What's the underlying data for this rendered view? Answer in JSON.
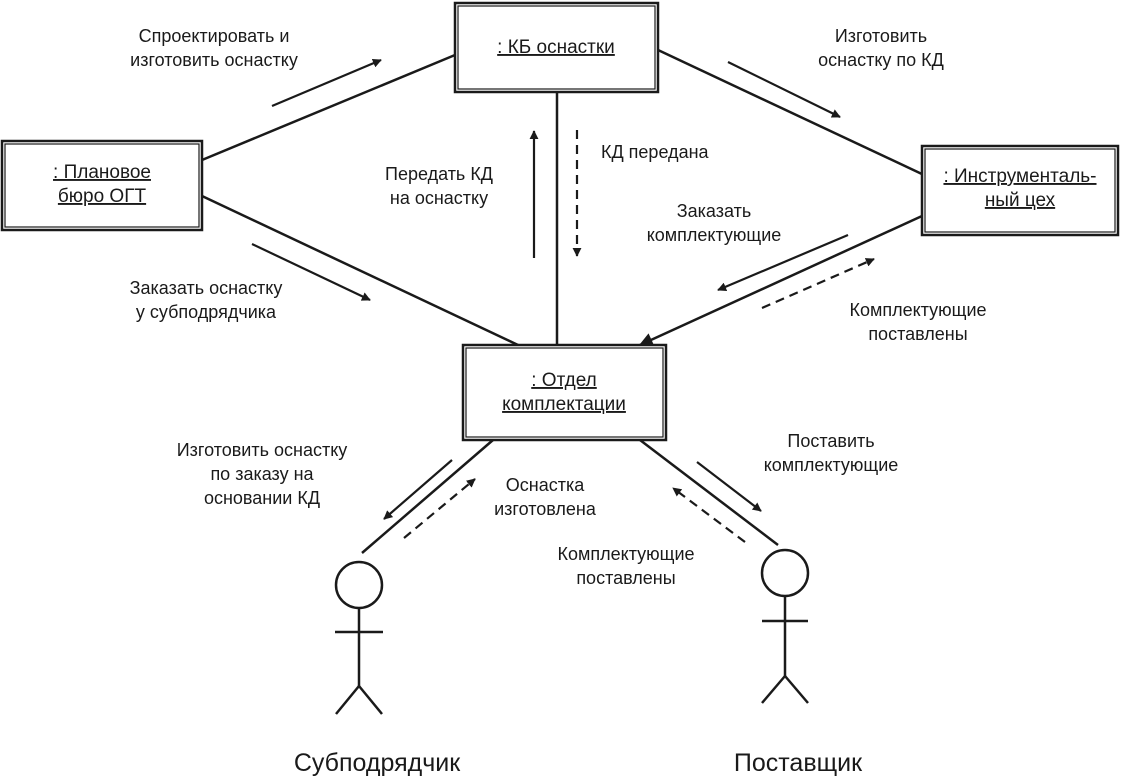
{
  "diagram": {
    "objects": {
      "kb": [
        ": КБ оснастки"
      ],
      "planovoe": [
        ": Плановое",
        "бюро ОГТ"
      ],
      "instr": [
        ": Инструменталь-",
        "ный цех"
      ],
      "otdel": [
        ": Отдел",
        "комплектации"
      ]
    },
    "actors": {
      "subcontractor": "Субподрядчик",
      "supplier": "Поставщик"
    },
    "messages": {
      "design_make": [
        "Спроектировать и",
        "изготовить оснастку"
      ],
      "make_by_kd": [
        "Изготовить",
        "оснастку по КД"
      ],
      "kd_sent": [
        "КД передана"
      ],
      "pass_kd": [
        "Передать КД",
        "на оснастку"
      ],
      "order_parts": [
        "Заказать",
        "комплектующие"
      ],
      "parts_delivered_top": [
        "Комплектующие",
        "поставлены"
      ],
      "order_sub": [
        "Заказать оснастку",
        "у субподрядчика"
      ],
      "make_by_order": [
        "Изготовить оснастку",
        "по заказу на",
        "основании КД"
      ],
      "tooling_made": [
        "Оснастка",
        "изготовлена"
      ],
      "deliver_parts": [
        "Поставить",
        "комплектующие"
      ],
      "parts_delivered_bottom": [
        "Комплектующие",
        "поставлены"
      ]
    }
  },
  "colors": {
    "ink": "#1a1a1a",
    "background": "#ffffff"
  }
}
